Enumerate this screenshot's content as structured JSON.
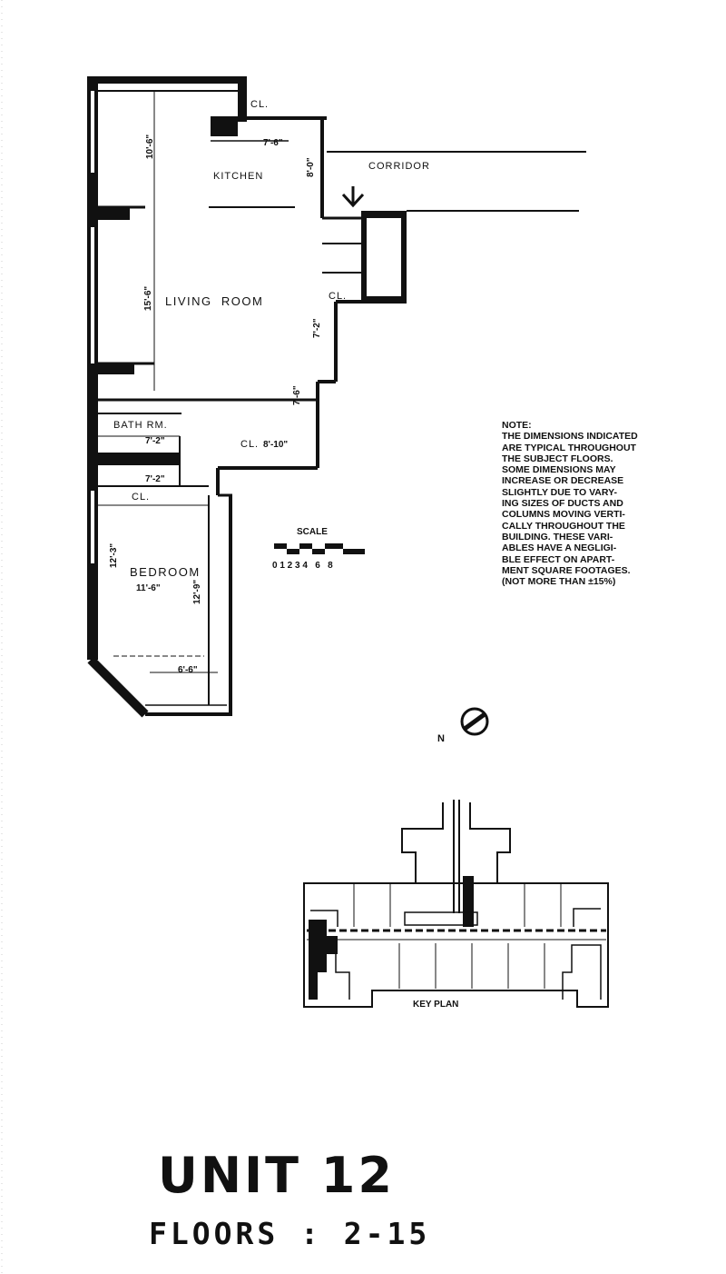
{
  "plan": {
    "rooms": {
      "kitchen": "KITCHEN",
      "corridor": "CORRIDOR",
      "living_room": "LIVING  ROOM",
      "bath": "BATH RM.",
      "bedroom": "BEDROOM",
      "closet_top": "CL.",
      "closet_mid": "CL.",
      "closet_bed": "CL.",
      "closet_entry": "CL."
    },
    "dimensions": {
      "kitchen_h": "10'-6\"",
      "kitchen_w": "7'-6\"",
      "kitchen_d": "8'-0\"",
      "living_h": "15'-6\"",
      "living_w": "7'-6\"",
      "living_r": "7'-2\"",
      "bath_w": "7'-2\"",
      "bath_w2": "7'-2\"",
      "closet_w": "8'-10\"",
      "bed_h": "12'-3\"",
      "bed_h2": "12'-9\"",
      "bed_w": "6'-6\"",
      "bed_mid": "11'-6\""
    },
    "scale_label": "SCALE",
    "scale_ticks": "0 1 2 3 4   6   8",
    "north_label": "N"
  },
  "note": {
    "lines": [
      "NOTE:",
      "THE DIMENSIONS INDICATED",
      "ARE TYPICAL THROUGHOUT",
      "THE SUBJECT FLOORS.",
      "SOME DIMENSIONS MAY",
      "INCREASE OR DECREASE",
      "SLIGHTLY DUE TO VARY-",
      "ING SIZES OF DUCTS AND",
      "COLUMNS MOVING VERTI-",
      "CALLY THROUGHOUT THE",
      "BUILDING. THESE VARI-",
      "ABLES HAVE A NEGLIGI-",
      "BLE EFFECT ON APART-",
      "MENT SQUARE FOOTAGES.",
      "(NOT MORE THAN ±15%)"
    ]
  },
  "key_plan": {
    "label": "KEY PLAN"
  },
  "footer": {
    "unit": "UNIT 12",
    "floors": "FLOORS : 2-15"
  }
}
